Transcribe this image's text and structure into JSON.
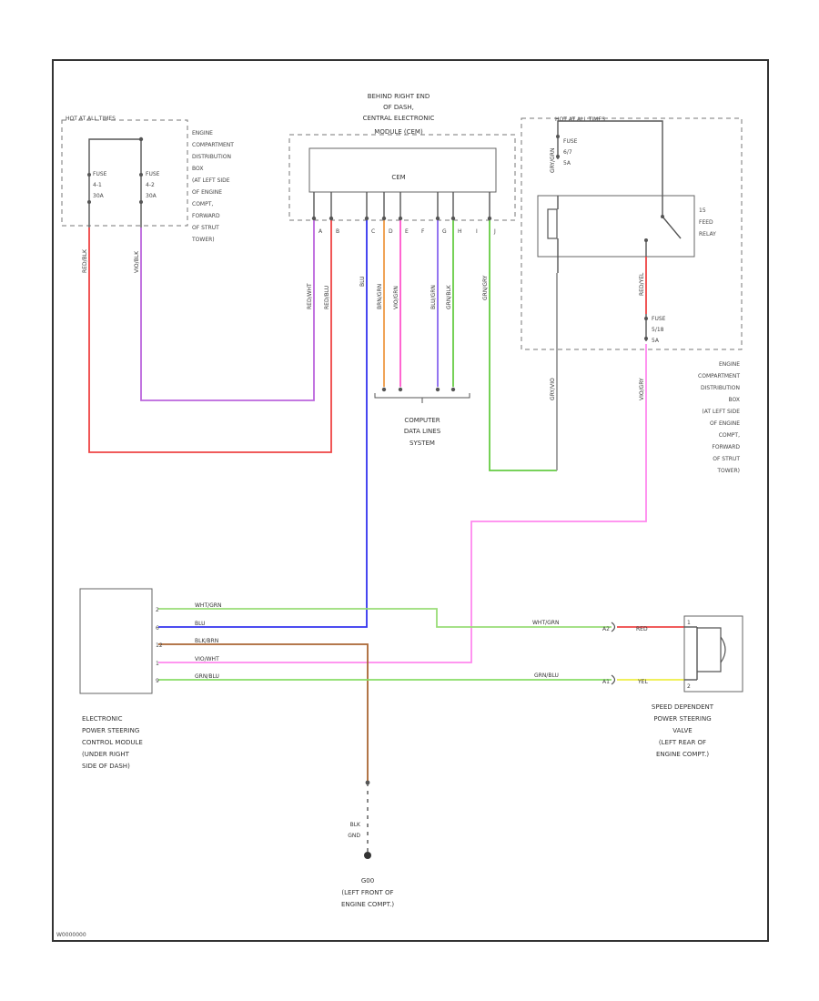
{
  "colors": {
    "red": "#ee4444",
    "violet": "#bb66dd",
    "blue": "#3333ee",
    "orange": "#ee9944",
    "pink": "#ff55cc",
    "green": "#66cc44",
    "gray": "#999999",
    "light_pink": "#ff99ee",
    "light_green": "#99dd77",
    "brown": "#aa6633",
    "black": "#555555",
    "yellow": "#eeee44"
  },
  "hot_left": "HOT AT ALL TIMES",
  "hot_right": "HOT AT ALL TIMES",
  "fuse_a": [
    "FUSE",
    "4-1",
    "30A"
  ],
  "fuse_b": [
    "FUSE",
    "4-2",
    "30A"
  ],
  "fuse_c": [
    "FUSE",
    "6/7",
    "5A"
  ],
  "fuse_d": [
    "FUSE",
    "5/18",
    "5A"
  ],
  "ecd_left": [
    "ENGINE",
    "COMPARTMENT",
    "DISTRIBUTION",
    "BOX",
    "(AT LEFT SIDE",
    "OF ENGINE",
    "COMPT,",
    "FORWARD",
    "OF STRUT",
    "TOWER)"
  ],
  "ecd_right": [
    "ENGINE",
    "COMPARTMENT",
    "DISTRIBUTION",
    "BOX",
    "(AT LEFT SIDE",
    "OF ENGINE",
    "COMPT,",
    "FORWARD",
    "OF STRUT",
    "TOWER)"
  ],
  "cem_title": [
    "BEHIND RIGHT END",
    "OF DASH,",
    "CENTRAL ELECTRONIC",
    "MODULE (CEM)"
  ],
  "cem_label": "CEM",
  "cem_pins": [
    "A",
    "B",
    "C",
    "D",
    "E",
    "F",
    "G",
    "H",
    "I",
    "J"
  ],
  "relay_label": [
    "15",
    "FEED",
    "RELAY"
  ],
  "computer_lines": [
    "COMPUTER",
    "DATA LINES",
    "SYSTEM"
  ],
  "module_label": [
    "ELECTRONIC",
    "POWER STEERING",
    "CONTROL MODULE",
    "(UNDER RIGHT",
    "SIDE OF DASH)"
  ],
  "module_pins": [
    "2",
    "6",
    "12",
    "1",
    "9"
  ],
  "module_wires": [
    "WHT/GRN",
    "BLU",
    "BLK/BRN",
    "VIO/WHT",
    "GRN/BLU"
  ],
  "valve_label": [
    "SPEED DEPENDENT",
    "POWER STEERING",
    "VALVE",
    "(LEFT REAR OF",
    "ENGINE COMPT.)"
  ],
  "valve_wires": [
    "WHT/GRN",
    "GRN/BLU"
  ],
  "valve_leads": [
    "RED",
    "YEL"
  ],
  "valve_pins": [
    "1",
    "2"
  ],
  "connector_ids": [
    "A2",
    "A1"
  ],
  "vertical_wires": [
    "RED/BLK",
    "VIO/BLK",
    "RED/WHT",
    "RED/BLU",
    "BLU",
    "BRN/GRN",
    "VIO/GRN",
    "BLU/GRN",
    "GRN/BLK",
    "GRN/GRY",
    "GRY/VIO",
    "VIO/GRY",
    "RED/YEL",
    "GRY/GRN"
  ],
  "ground_wire": [
    "BLK",
    "GND"
  ],
  "ground_label": [
    "G00",
    "(LEFT FRONT OF",
    "ENGINE COMPT.)"
  ],
  "footer_code": "W0000000"
}
